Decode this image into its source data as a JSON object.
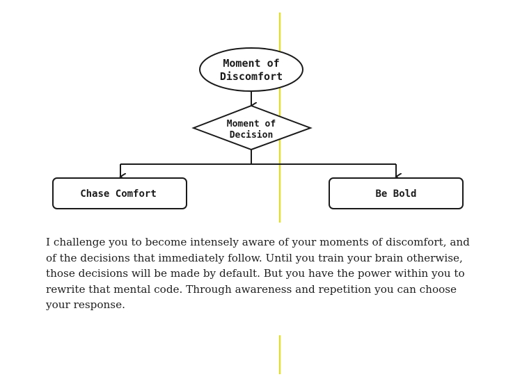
{
  "diagram": {
    "start_node": {
      "line1": "Moment of",
      "line2": "Discomfort"
    },
    "decision_node": {
      "line1": "Moment of",
      "line2": "Decision"
    },
    "left_outcome": "Chase Comfort",
    "right_outcome": "Be Bold"
  },
  "body_text": "I challenge you to become intensely aware of your moments of discomfort, and of the decisions that immediately follow. Until you train your brain otherwise, those decisions will be made by default. But you have the power within you to rewrite that mental code. Through awareness and repetition you can choose your response.",
  "colors": {
    "guide_line": "#e8e000",
    "stroke": "#1a1a1a"
  }
}
